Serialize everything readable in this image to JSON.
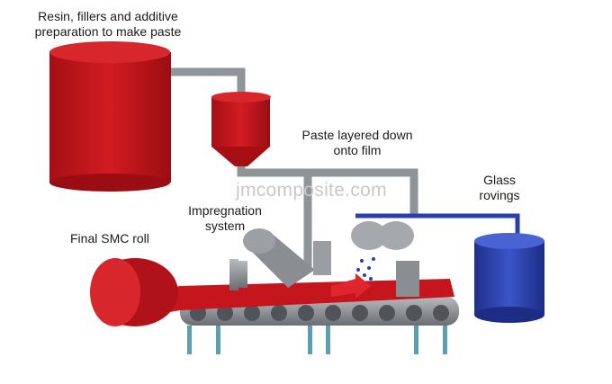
{
  "labels": {
    "resin": [
      "Resin, fillers and additive",
      "preparation to make paste"
    ],
    "paste": [
      "Paste layered down",
      "onto film"
    ],
    "glass": [
      "Glass",
      "rovings"
    ],
    "impregnation": [
      "Impregnation",
      "system"
    ],
    "final_roll": "Final SMC roll"
  },
  "watermark": "jmcomposite.com",
  "colors": {
    "red": "#c4161c",
    "pipe": "#8f9498",
    "blue": "#2a3fb0",
    "machine": "#6e7276"
  }
}
